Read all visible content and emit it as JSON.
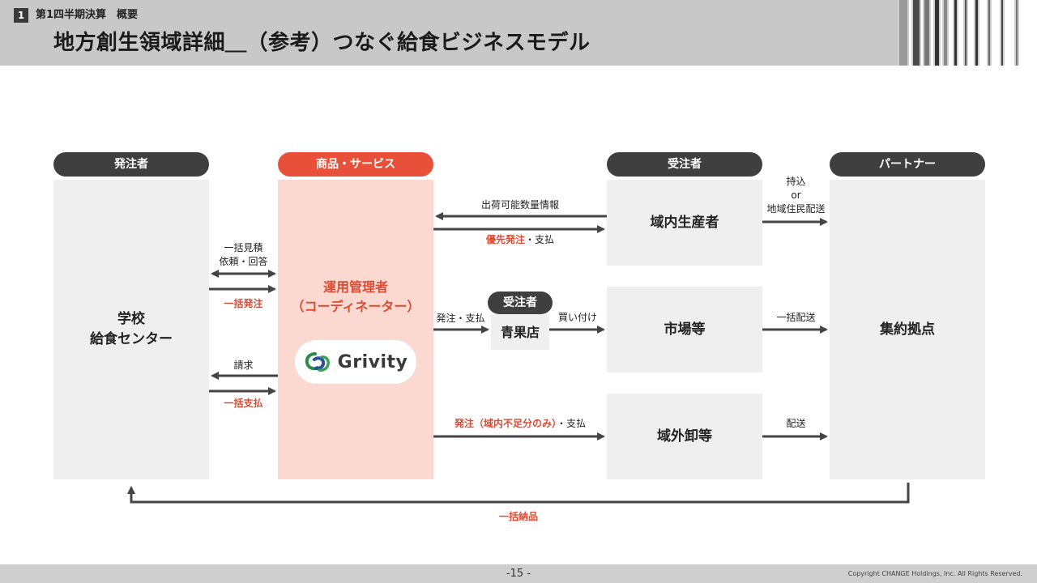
{
  "header": {
    "section_number": "1",
    "section_label": "第1四半期決算　概要",
    "title": "地方創生領域詳細＿（参考）つなぐ給食ビジネスモデル"
  },
  "columns": {
    "orderer": {
      "pill": "発注者",
      "box_line1": "学校",
      "box_line2": "給食センター"
    },
    "product": {
      "pill": "商品・サービス",
      "coordinator_line1": "運用管理者",
      "coordinator_line2": "（コーディネーター）",
      "logo_text": "Grivity"
    },
    "supplier": {
      "pill": "受注者",
      "box_local": "域内生産者",
      "box_market": "市場等",
      "box_outside": "域外卸等"
    },
    "partner": {
      "pill": "パートナー",
      "box": "集約拠点"
    },
    "greengrocer": {
      "pill": "受注者",
      "box": "青果店"
    }
  },
  "labels": {
    "bulk_quote_1": "一括見積",
    "bulk_quote_2": "依頼・回答",
    "bulk_order": "一括発注",
    "invoice": "請求",
    "bulk_payment": "一括支払",
    "shipment_info": "出荷可能数量情報",
    "priority_order_red": "優先発注",
    "priority_order_rest": "・支払",
    "order_payment": "発注・支払",
    "purchase": "買い付け",
    "outside_order_red": "発注（域内不足分のみ）",
    "outside_order_rest": "・支払",
    "bring_in_1": "持込",
    "bring_in_2": "or",
    "bring_in_3": "地域住民配送",
    "bulk_delivery": "一括配送",
    "delivery": "配送",
    "bulk_supply": "一括納品"
  },
  "colors": {
    "accent_red": "#e8503a",
    "dark_pill": "#3f3f3f",
    "box_gray": "#efefef",
    "box_pink": "#fcd9d0"
  },
  "footer": {
    "page": "-15 -",
    "copyright": "Copyright CHANGE Holdings, Inc. All Rights Reserved."
  }
}
